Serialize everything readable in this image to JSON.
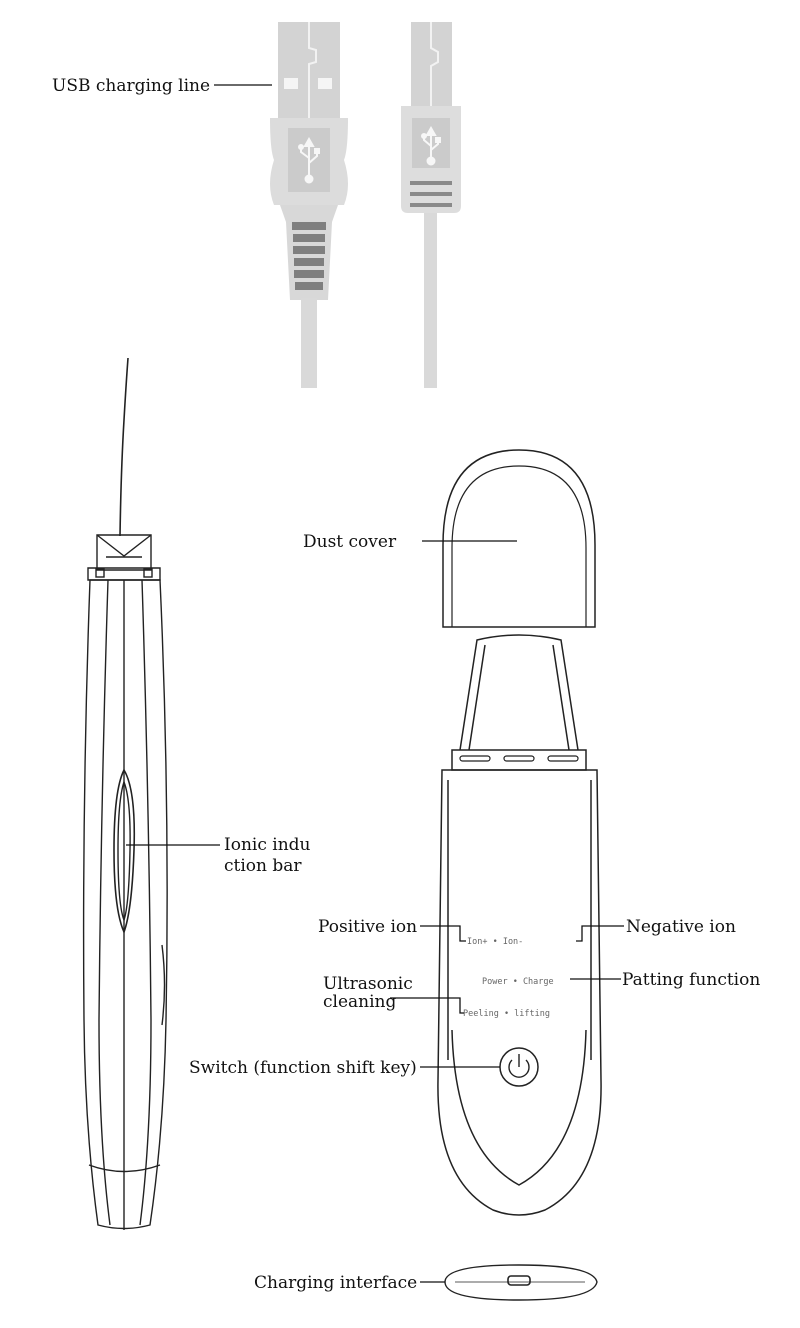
{
  "labels": {
    "usb_charging_line": "USB charging line",
    "dust_cover": "Dust cover",
    "ionic_induction_bar_line1": "Ionic indu",
    "ionic_induction_bar_line2": "ction bar",
    "positive_ion": "Positive ion",
    "negative_ion": "Negative ion",
    "ultrasonic_cleaning_line1": "Ultrasonic",
    "ultrasonic_cleaning_line2": "cleaning",
    "patting_function": "Patting function",
    "switch": "Switch (function shift key)",
    "charging_interface": "Charging interface"
  },
  "device_markings": {
    "ion_row": "Ion+ • Ion-",
    "power_row": "Power • Charge",
    "peeling_row": "Peeling • lifting"
  },
  "icons": [
    "usb-icon",
    "power-icon",
    "micro-usb-port-icon"
  ]
}
